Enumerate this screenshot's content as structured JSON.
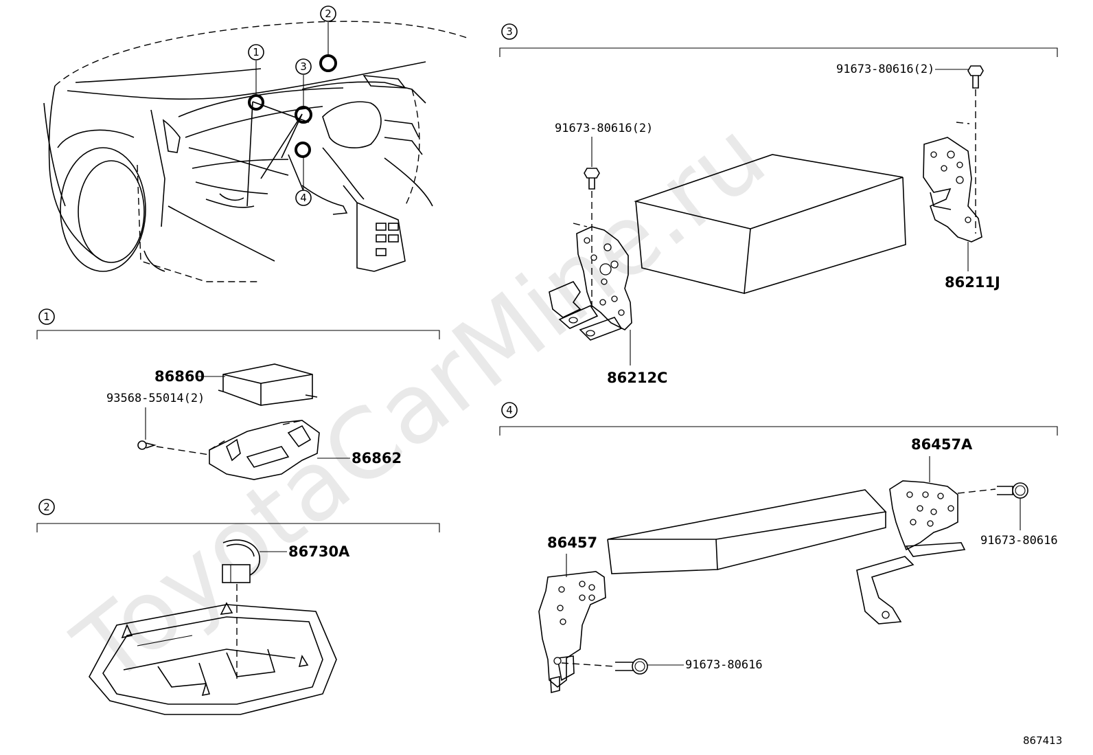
{
  "watermark": "ToyotaCarMine.ru",
  "diagram_code": "867413",
  "callouts": {
    "c1": "1",
    "c2": "2",
    "c3": "3",
    "c4": "4"
  },
  "sections": {
    "s1": {
      "number": "1",
      "parts": {
        "p86860": "86860",
        "p93568": "93568-55014(2)",
        "p86862": "86862"
      }
    },
    "s2": {
      "number": "2",
      "parts": {
        "p86730A": "86730A"
      }
    },
    "s3": {
      "number": "3",
      "parts": {
        "bolt_right": "91673-80616(2)",
        "bolt_left": "91673-80616(2)",
        "p86211J": "86211J",
        "p86212C": "86212C"
      }
    },
    "s4": {
      "number": "4",
      "parts": {
        "p86457A": "86457A",
        "bolt_right": "91673-80616",
        "p86457": "86457",
        "bolt_bottom": "91673-80616"
      }
    }
  }
}
